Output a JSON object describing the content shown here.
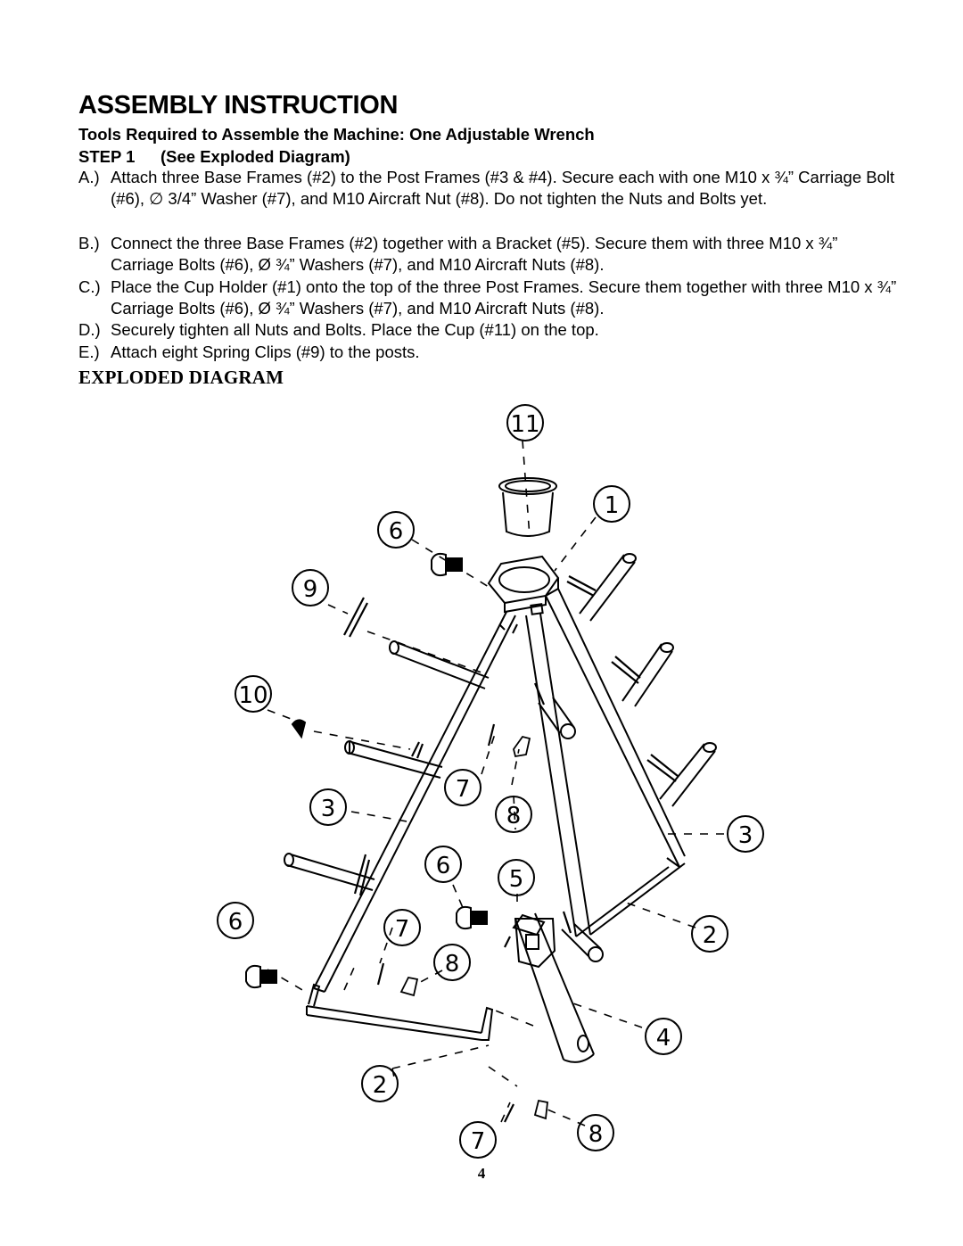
{
  "document": {
    "title": "ASSEMBLY INSTRUCTION",
    "tools_line": "Tools Required to Assemble the Machine:  One Adjustable Wrench",
    "step": {
      "label": "STEP 1",
      "title": "(See Exploded Diagram)"
    },
    "instructions": [
      {
        "label": "A.)",
        "text": "Attach three Base Frames (#2) to the Post Frames (#3 & #4). Secure each with one M10 x ¾” Carriage Bolt (#6), ∅ 3/4” Washer (#7), and M10 Aircraft Nut (#8).  Do not tighten the Nuts and Bolts yet."
      },
      {
        "label": "B.)",
        "text": "Connect the three Base Frames (#2) together with a Bracket (#5). Secure them with three M10 x ¾” Carriage Bolts (#6), Ø ¾” Washers (#7), and M10 Aircraft Nuts (#8)."
      },
      {
        "label": "C.)",
        "text": "Place the Cup Holder (#1) onto the top of the three Post Frames. Secure them together with three M10 x ¾” Carriage Bolts (#6), Ø ¾” Washers (#7), and M10 Aircraft Nuts (#8)."
      },
      {
        "label": "D.)",
        "text": "Securely tighten all Nuts and Bolts.  Place the Cup (#11) on the top."
      },
      {
        "label": "E.)",
        "text": "Attach eight Spring Clips (#9) to the posts."
      }
    ],
    "diagram_heading": "EXPLODED DIAGRAM",
    "callouts": [
      "11",
      "1",
      "6",
      "9",
      "10",
      "3",
      "7",
      "8",
      "3",
      "6",
      "5",
      "2",
      "6",
      "7",
      "8",
      "4",
      "2",
      "7",
      "8"
    ],
    "page_number": "4"
  }
}
